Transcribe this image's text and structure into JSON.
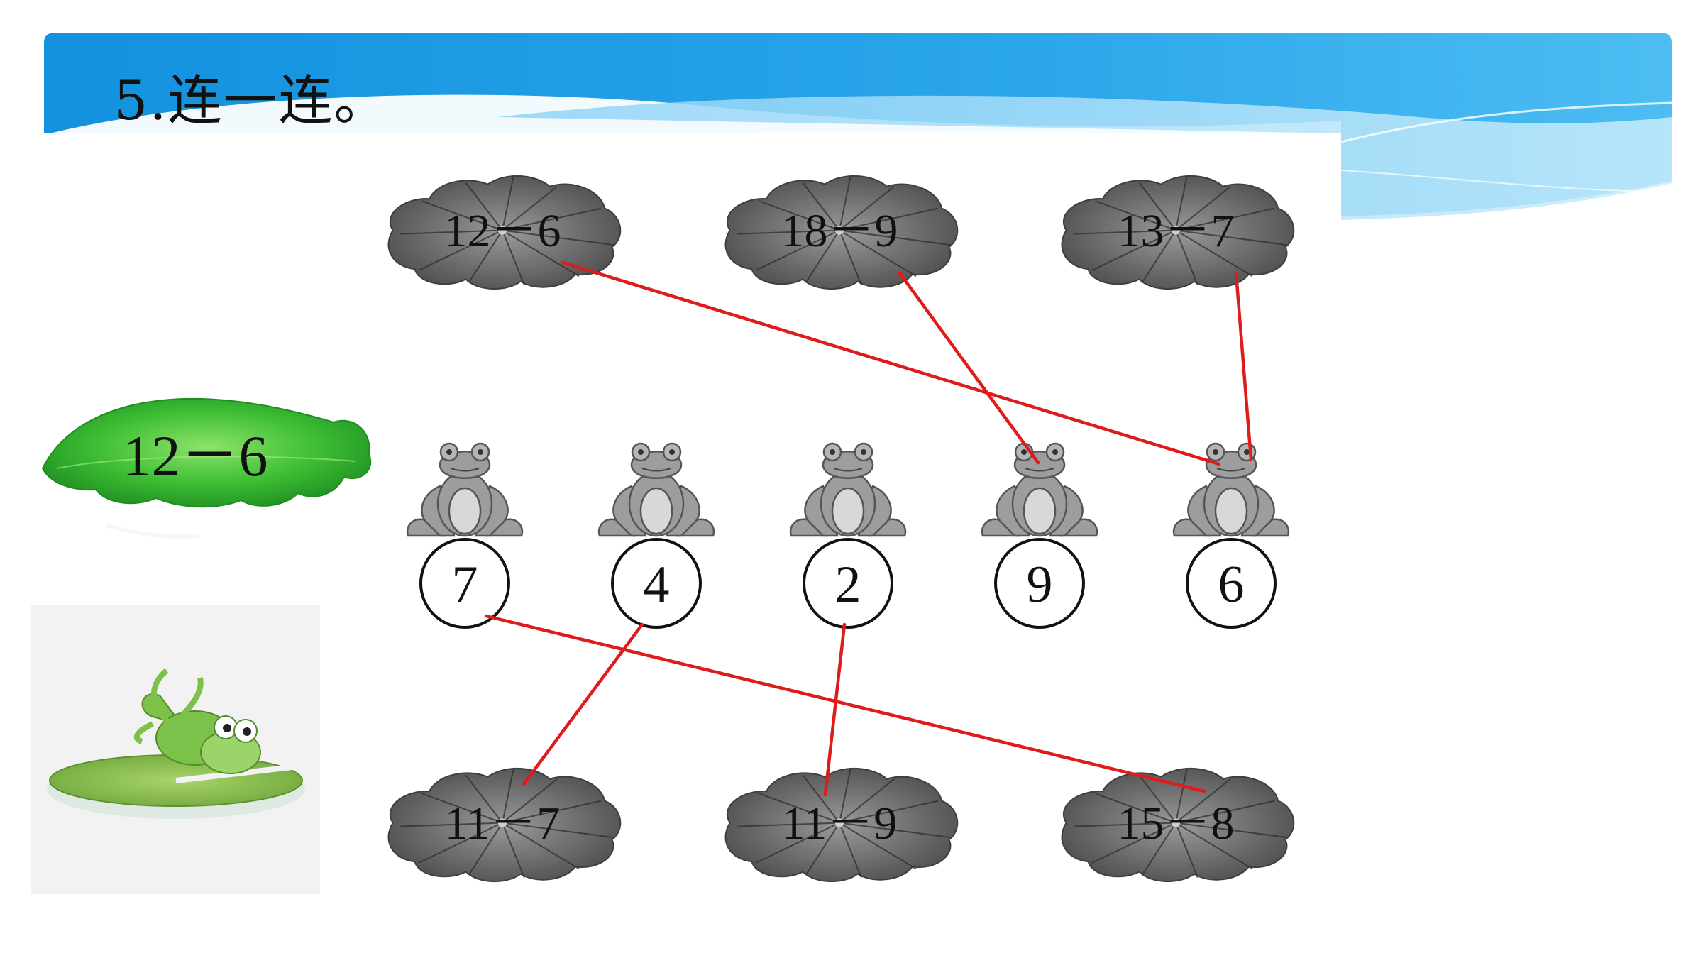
{
  "title": "5.连一连。",
  "example": {
    "expression": "12－6"
  },
  "top_leaves": [
    {
      "expression": "12－6"
    },
    {
      "expression": "18－9"
    },
    {
      "expression": "13－7"
    }
  ],
  "frogs": [
    {
      "number": "7"
    },
    {
      "number": "4"
    },
    {
      "number": "2"
    },
    {
      "number": "9"
    },
    {
      "number": "6"
    }
  ],
  "bottom_leaves": [
    {
      "expression": "11－7"
    },
    {
      "expression": "11－9"
    },
    {
      "expression": "15－8"
    }
  ],
  "connections": [
    {
      "from": "12－6",
      "to": "6"
    },
    {
      "from": "18－9",
      "to": "9"
    },
    {
      "from": "13－7",
      "to": "6"
    },
    {
      "from": "7",
      "to": "15－8"
    },
    {
      "from": "4",
      "to": "11－7"
    },
    {
      "from": "2",
      "to": "11－9"
    }
  ],
  "colors": {
    "header_blue": "#1a9be3",
    "leaf_gray": "#6d6d6d",
    "leaf_green": "#34b233",
    "line_red": "#e01b1b"
  }
}
